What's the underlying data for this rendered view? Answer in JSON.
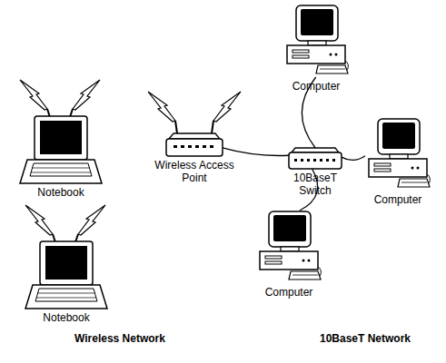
{
  "diagram": {
    "nodes": [
      {
        "text": [
          "Notebook"
        ]
      },
      {
        "text": [
          "Notebook"
        ]
      },
      {
        "text": [
          "Wireless Access Point"
        ]
      },
      {
        "text": [
          "10BaseT Switch"
        ]
      },
      {
        "text": [
          "Computer"
        ]
      },
      {
        "text": [
          "Computer"
        ]
      },
      {
        "text": [
          "Computer"
        ]
      }
    ],
    "edges": [
      {
        "from": 2,
        "to": 3,
        "arrow": "none"
      },
      {
        "from": 3,
        "to": 4,
        "arrow": "none"
      },
      {
        "from": 3,
        "to": 5,
        "arrow": "none"
      },
      {
        "from": 3,
        "to": 6,
        "arrow": "none"
      }
    ],
    "labels": [
      "Wireless Network",
      "10BaseT Network"
    ]
  }
}
